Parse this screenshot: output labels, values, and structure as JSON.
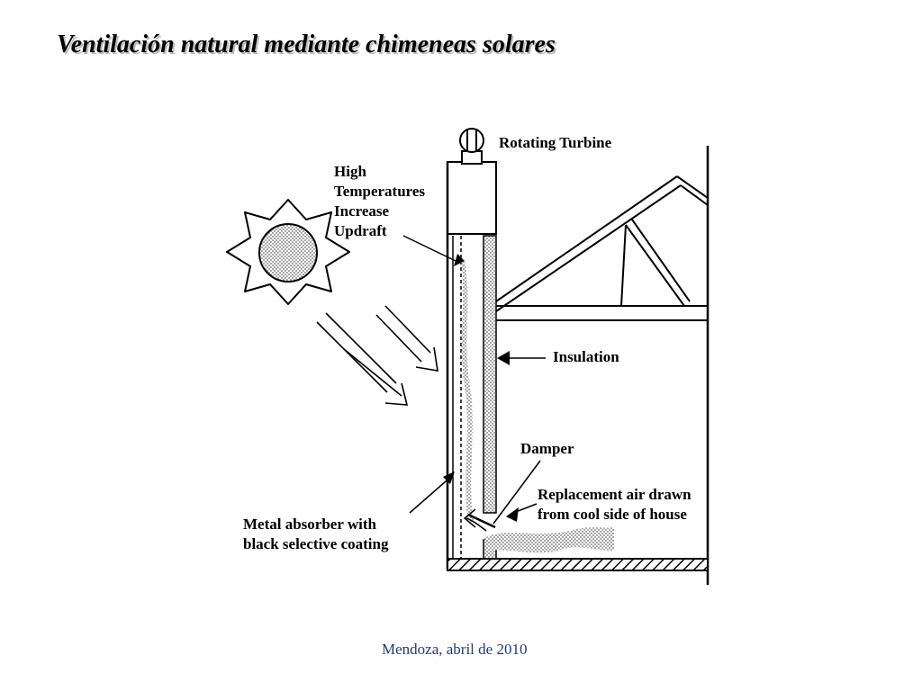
{
  "title": "Ventilación natural mediante chimeneas solares",
  "labels": {
    "turbine": "Rotating Turbine",
    "high_temp": [
      "High",
      "Temperatures",
      "Increase",
      "Updraft"
    ],
    "insulation": "Insulation",
    "damper": "Damper",
    "replacement_air": [
      "Replacement air drawn",
      "from cool side of house"
    ],
    "absorber": [
      "Metal absorber with",
      "black selective coating"
    ]
  },
  "footer": "Mendoza, abril de 2010",
  "colors": {
    "ink": "#000000",
    "footer": "#1f3c7a",
    "dots": "#8a8a8a"
  }
}
